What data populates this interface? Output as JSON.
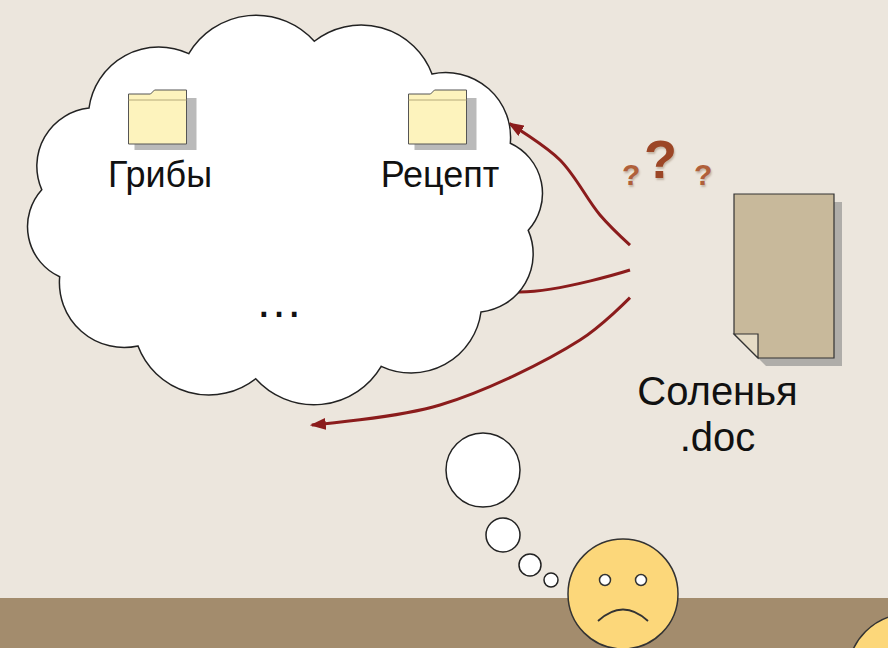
{
  "diagram": {
    "nodes": [
      {
        "text": [
          "…"
        ]
      },
      {
        "text": [
          "Грибы"
        ],
        "in": 0
      },
      {
        "text": [
          "Рецепт"
        ],
        "in": 0
      },
      {
        "text": [
          "Соленья .doc"
        ]
      }
    ],
    "edges": [
      {
        "from": 3,
        "to": 2,
        "arrow": "to"
      },
      {
        "from": 3,
        "to": 1,
        "arrow": "to"
      },
      {
        "from": 3,
        "to": 0,
        "arrow": "to"
      }
    ],
    "labels": [
      "?",
      "?",
      "?"
    ]
  }
}
